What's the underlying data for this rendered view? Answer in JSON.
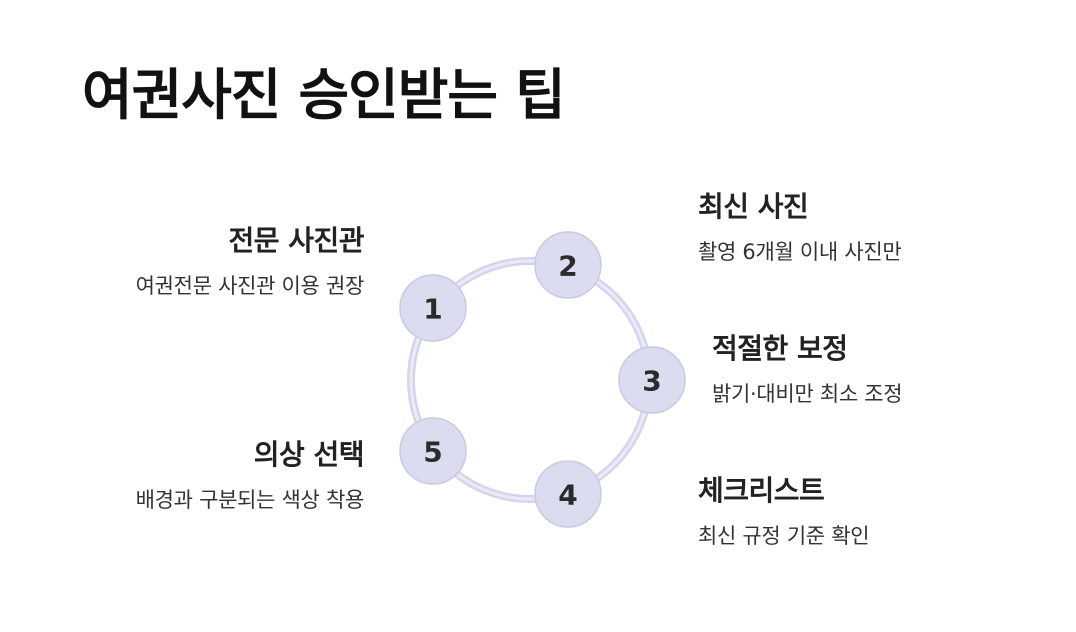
{
  "title": "여권사진 승인받는 팁",
  "colors": {
    "node_fill": "#dcdcf0",
    "ring": "#d4d4ec"
  },
  "steps": [
    {
      "number": "1",
      "title": "전문 사진관",
      "desc": "여권전문 사진관 이용 권장"
    },
    {
      "number": "2",
      "title": "최신 사진",
      "desc": "촬영 6개월 이내 사진만"
    },
    {
      "number": "3",
      "title": "적절한 보정",
      "desc": "밝기·대비만 최소 조정"
    },
    {
      "number": "4",
      "title": "체크리스트",
      "desc": "최신 규정 기준 확인"
    },
    {
      "number": "5",
      "title": "의상 선택",
      "desc": "배경과 구분되는 색상 착용"
    }
  ]
}
